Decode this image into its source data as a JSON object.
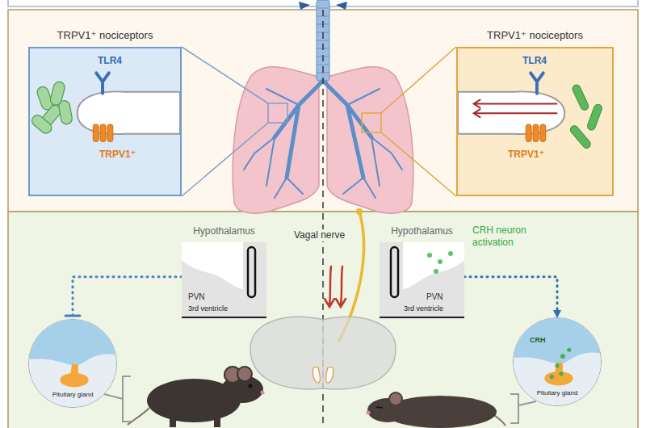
{
  "diagram": {
    "nodes": [
      {
        "text": [
          "TRPV1⁺ nociceptors",
          "TLR4",
          "TRPV1⁺"
        ]
      },
      {
        "text": [
          "TRPV1⁺ nociceptors",
          "TLR4",
          "TRPV1⁺"
        ]
      },
      {
        "text": [
          "Hypothalamus",
          "PVN",
          "3rd ventricle"
        ]
      },
      {
        "text": [
          "Pituitary gland"
        ]
      },
      {
        "text": [
          "Hypothalamus",
          "PVN",
          "3rd ventricle"
        ]
      },
      {
        "text": [
          "CRH",
          "Pituitary gland"
        ]
      }
    ],
    "edges": [
      {
        "from": 2,
        "to": 3,
        "arrow": "none"
      },
      {
        "from": 4,
        "to": 5,
        "arrow": "to"
      }
    ],
    "labels": [
      "Vagal nerve",
      "CRH neuron activation"
    ]
  }
}
